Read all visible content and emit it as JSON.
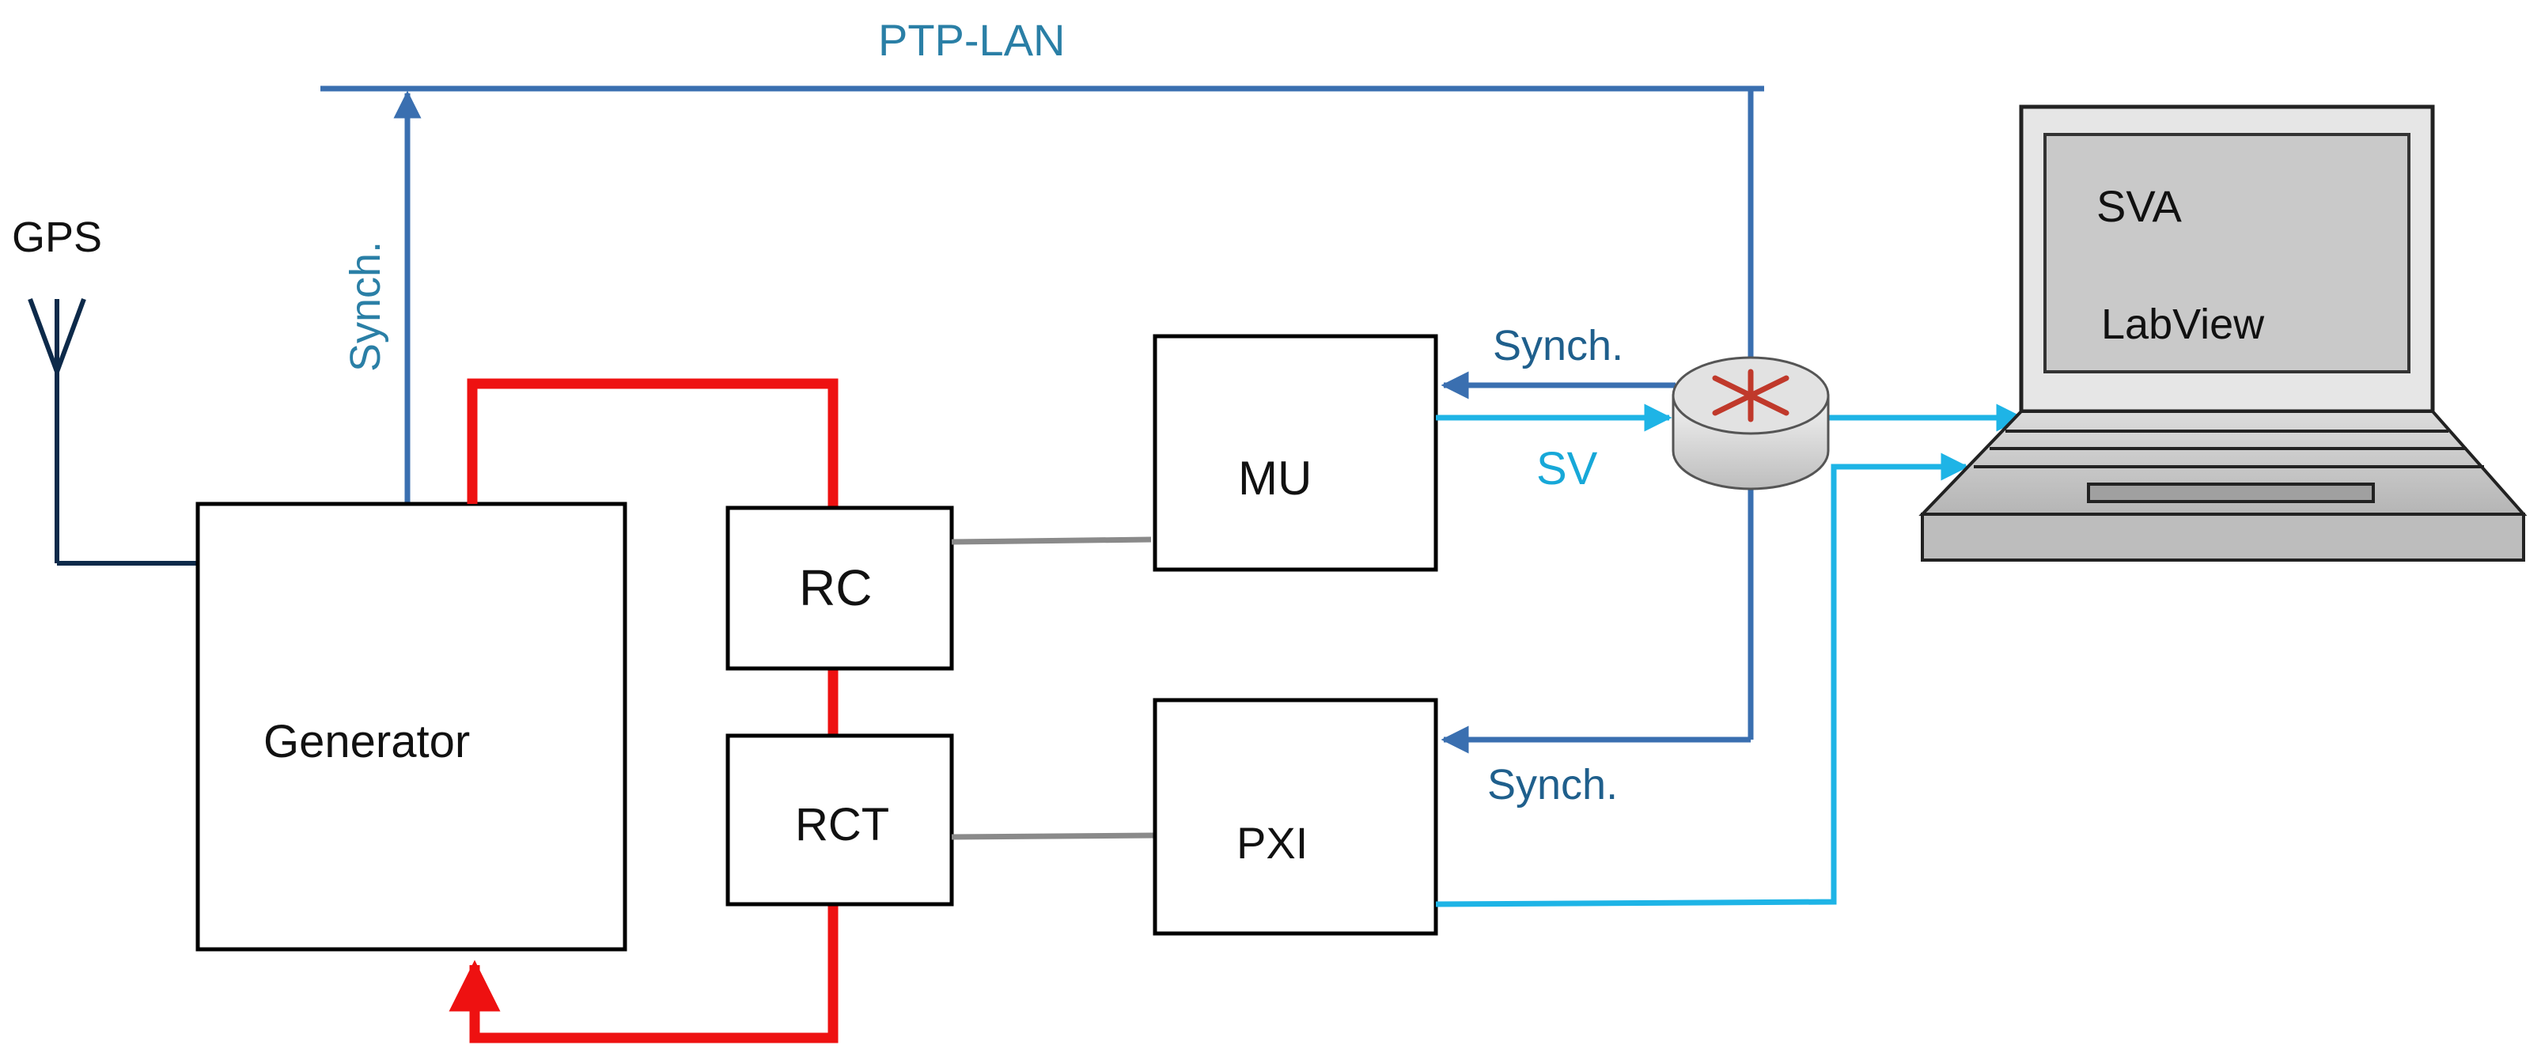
{
  "labels": {
    "ptp_lan": "PTP-LAN",
    "gps": "GPS",
    "synch_vertical": "Synch.",
    "synch_mu": "Synch.",
    "synch_pxi": "Synch.",
    "sv": "SV",
    "generator": "Generator",
    "rc": "RC",
    "rct": "RCT",
    "mu": "MU",
    "pxi": "PXI",
    "sva": "SVA",
    "labview": "LabView"
  },
  "colors": {
    "ptp_line": "#3a6fb0",
    "sv_line": "#1eb4e6",
    "power_loop": "#ee1111",
    "measurement_link": "#8a8a8a",
    "gps_wire": "#0d2a4a"
  },
  "icons": {
    "antenna": "gps-antenna-icon",
    "router": "network-switch-icon",
    "computer": "laptop-icon"
  }
}
